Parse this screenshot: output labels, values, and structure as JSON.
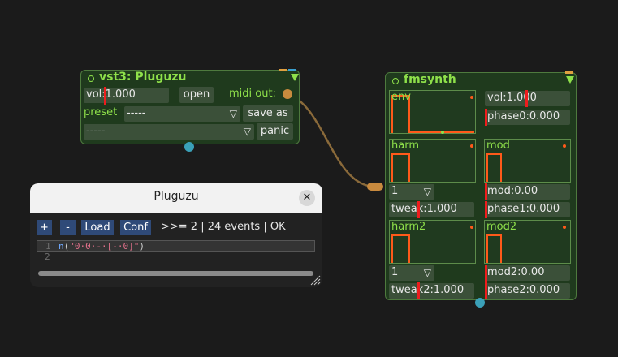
{
  "vst_node": {
    "title": "vst3: Pluguzu",
    "vol_value": "vol:1.000",
    "open_label": "open",
    "midi_out_label": "midi out:",
    "preset_label": "preset",
    "preset_select": "-----",
    "save_as_label": "save as",
    "second_select": "-----",
    "panic_label": "panic"
  },
  "fmsynth_node": {
    "title": "fmsynth",
    "plots": {
      "env": "env",
      "harm": "harm",
      "mod": "mod",
      "harm2": "harm2",
      "mod2": "mod2"
    },
    "vol": "vol:1.000",
    "phase0": "phase0:0.000",
    "harm_select": "1",
    "mod_value": "mod:0.00",
    "tweak": "tweak:1.000",
    "phase1": "phase1:0.000",
    "harm2_select": "1",
    "mod2_value": "mod2:0.00",
    "tweak2": "tweak2:1.000",
    "phase2": "phase2:0.000"
  },
  "editor_window": {
    "title": "Pluguzu",
    "close_icon": "close-icon",
    "toolbar": {
      "plus": "+",
      "minus": "-",
      "load": "Load",
      "conf": "Conf"
    },
    "status": ">>= 2 | 24 events | OK",
    "lines": [
      {
        "number": "1",
        "fn": "n",
        "open": "(",
        "string": "\"0·0·-·[-·0]\"",
        "close": ")"
      },
      {
        "number": "2",
        "fn": "",
        "open": "",
        "string": "",
        "close": ""
      }
    ]
  },
  "colors": {
    "node_bg": "#1f3a1d",
    "node_title": "#8ee04a",
    "field_bg": "#3b5039",
    "marker": "#ee1d1d",
    "plot_line": "#ff5a1a",
    "cable": "#8a6a3a",
    "port_blue": "#3aa0b8",
    "port_orange": "#c88a3e"
  }
}
